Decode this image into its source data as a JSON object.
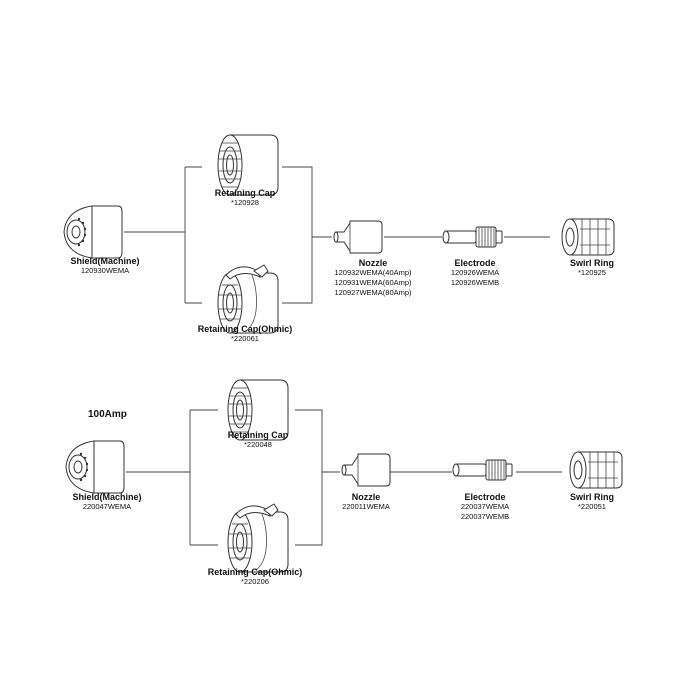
{
  "sections": [
    {
      "amperage": "",
      "shield": {
        "title": "Shield(Machine)",
        "codes": [
          "120930WEMA"
        ]
      },
      "retaining_cap": {
        "title": "Retaining Cap",
        "codes": [
          "*120928"
        ]
      },
      "retaining_cap_ohmic": {
        "title": "Retaining Cap(Ohmic)",
        "codes": [
          "*220061"
        ]
      },
      "nozzle": {
        "title": "Nozzle",
        "codes": [
          "120932WEMA(40Amp)",
          "120931WEMA(60Amp)",
          "120927WEMA(80Amp)"
        ]
      },
      "electrode": {
        "title": "Electrode",
        "codes": [
          "120926WEMA",
          "120926WEMB"
        ]
      },
      "swirl_ring": {
        "title": "Swirl Ring",
        "codes": [
          "*120925"
        ]
      }
    },
    {
      "amperage": "100Amp",
      "shield": {
        "title": "Shield(Machine)",
        "codes": [
          "220047WEMA"
        ]
      },
      "retaining_cap": {
        "title": "Retaining Cap",
        "codes": [
          "*220048"
        ]
      },
      "retaining_cap_ohmic": {
        "title": "Retaining Cap(Ohmic)",
        "codes": [
          "*220206"
        ]
      },
      "nozzle": {
        "title": "Nozzle",
        "codes": [
          "220011WEMA"
        ]
      },
      "electrode": {
        "title": "Electrode",
        "codes": [
          "220037WEMA",
          "220037WEMB"
        ]
      },
      "swirl_ring": {
        "title": "Swirl Ring",
        "codes": [
          "*220051"
        ]
      }
    }
  ]
}
